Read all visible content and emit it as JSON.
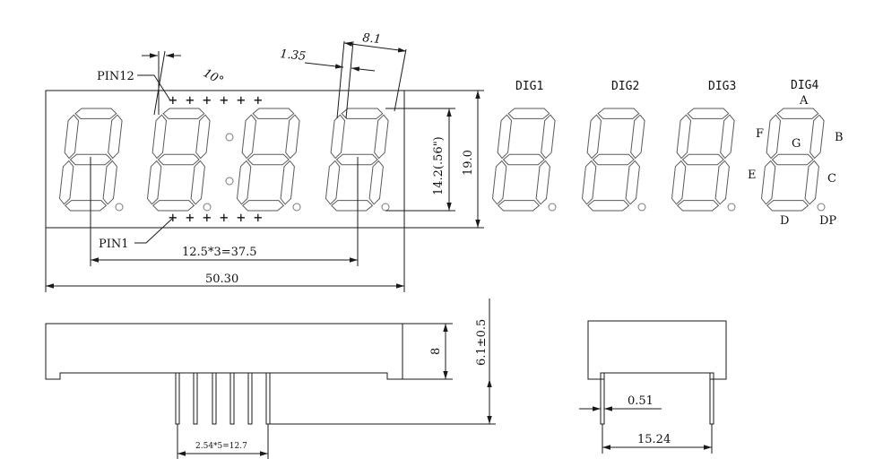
{
  "labels": {
    "pin12": "PIN12",
    "pin1": "PIN1",
    "angle": "10°",
    "pitch_top": "1.35",
    "segment_width": "8.1",
    "char_height": "14.2(.56\")",
    "body_height": "19.0",
    "digit_pitch": "12.5*3=37.5",
    "body_width": "50.30",
    "side_body": "8",
    "pin_length": "6.1±0.5",
    "pin_pitch": "2.54*5=12.7",
    "pin_dia": "0.51",
    "row_spacing": "15.24"
  },
  "digits": [
    "DIG1",
    "DIG2",
    "DIG3",
    "DIG4"
  ],
  "segments": {
    "a": "A",
    "b": "B",
    "c": "C",
    "d": "D",
    "e": "E",
    "f": "F",
    "g": "G",
    "dp": "DP"
  },
  "pin_marks": {
    "top": [
      "+",
      "+",
      "+",
      "+",
      "+",
      "+"
    ],
    "bottom": [
      "+",
      "+",
      "+",
      "+",
      "+",
      "+"
    ]
  }
}
